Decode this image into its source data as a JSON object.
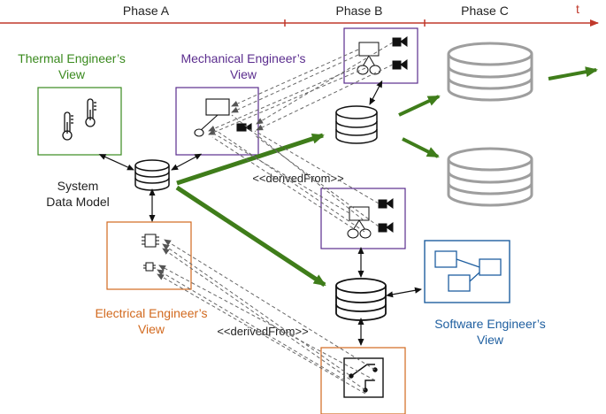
{
  "timeline": {
    "phases": [
      "Phase A",
      "Phase B",
      "Phase C"
    ],
    "axis_label": "t"
  },
  "views": {
    "thermal": {
      "line1": "Thermal Engineer’s",
      "line2": "View"
    },
    "mechanical": {
      "line1": "Mechanical Engineer’s",
      "line2": "View"
    },
    "electrical": {
      "line1": "Electrical Engineer’s",
      "line2": "View"
    },
    "software": {
      "line1": "Software Engineer’s",
      "line2": "View"
    }
  },
  "system_model": {
    "line1": "System",
    "line2": "Data Model"
  },
  "relations": [
    "<<derivedFrom>>",
    "<<derivedFrom>>"
  ],
  "colors": {
    "timeline": "#c0392b",
    "thermal": "#3a8a1e",
    "mechanical": "#5b2d8e",
    "electrical": "#d2691e",
    "software": "#1f5fa0",
    "progression": "#3f7d1a",
    "inactive_db": "#9e9e9e"
  }
}
